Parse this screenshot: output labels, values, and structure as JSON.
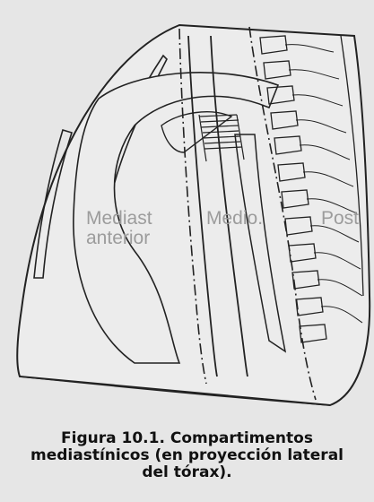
{
  "figure": {
    "labels": {
      "anterior_line1": "Mediast",
      "anterior_line2": "anterior",
      "middle": "Medio.",
      "posterior": "Post"
    },
    "caption": "Figura 10.1. Compartimentos mediastínicos (en proyección lateral del tórax)."
  }
}
